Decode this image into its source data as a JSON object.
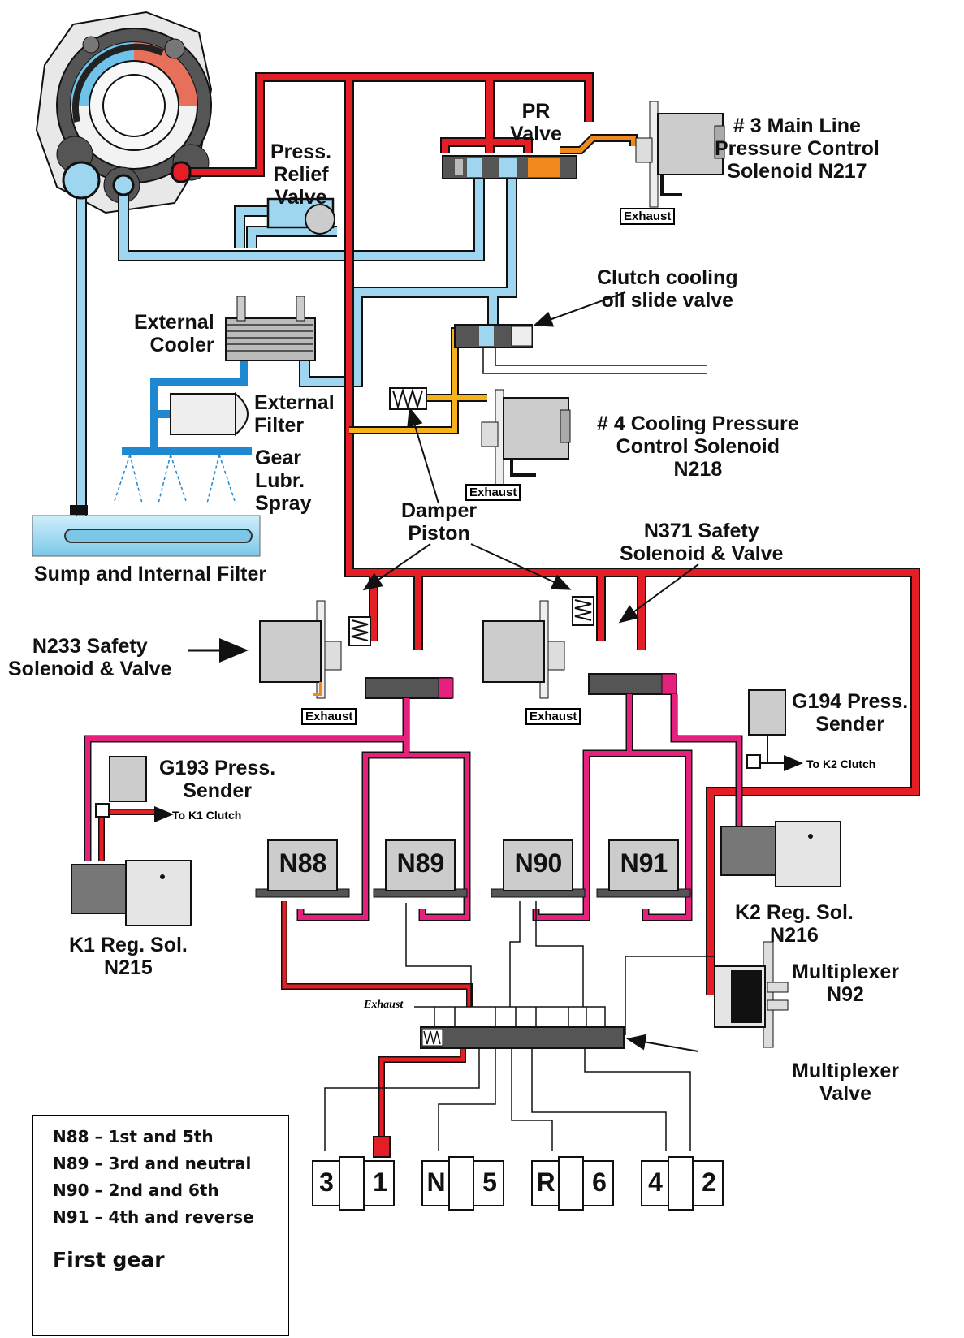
{
  "colors": {
    "line": "#e31e24",
    "suction": "#9fd6ef",
    "cooler": "#1e88d0",
    "yellow": "#f5b21b",
    "orange": "#f08a1c",
    "magenta": "#e6217d",
    "outline": "#111111",
    "body": "#d8d8d8"
  },
  "labels": {
    "pr_valve": "PR\nValve",
    "main_line_solenoid": "# 3 Main Line\nPressure Control\nSolenoid N217",
    "press_relief": "Press.\nRelief\nValve",
    "clutch_cooling": "Clutch cooling\noil slide valve",
    "external_cooler": "External\nCooler",
    "external_filter": "External\nFilter",
    "gear_spray": "Gear\nLubr.\nSpray",
    "cooling_solenoid": "# 4 Cooling Pressure\nControl Solenoid\nN218",
    "damper_piston": "Damper\nPiston",
    "sump": "Sump and Internal Filter",
    "n371": "N371 Safety\nSolenoid & Valve",
    "n233": "N233 Safety\nSolenoid & Valve",
    "g194": "G194 Press.\nSender",
    "g193": "G193 Press.\nSender",
    "to_k2": "To K2 Clutch",
    "to_k1": "To K1 Clutch",
    "k2_reg": "K2 Reg. Sol.\nN216",
    "k1_reg": "K1 Reg. Sol.\nN215",
    "multiplexer": "Multiplexer\nN92",
    "multiplexer_valve": "Multiplexer\nValve",
    "exhaust": "Exhaust",
    "exhaust_italic": "Exhaust"
  },
  "shift_solenoids": [
    "N88",
    "N89",
    "N90",
    "N91"
  ],
  "clutch_packs": [
    {
      "left": "3",
      "right": "1"
    },
    {
      "left": "N",
      "right": "5"
    },
    {
      "left": "R",
      "right": "6"
    },
    {
      "left": "4",
      "right": "2"
    }
  ],
  "legend": {
    "items": [
      "N88 – 1st and 5th",
      "N89 – 3rd and neutral",
      "N90 – 2nd and 6th",
      "N91 – 4th and reverse"
    ],
    "title": "First gear"
  }
}
